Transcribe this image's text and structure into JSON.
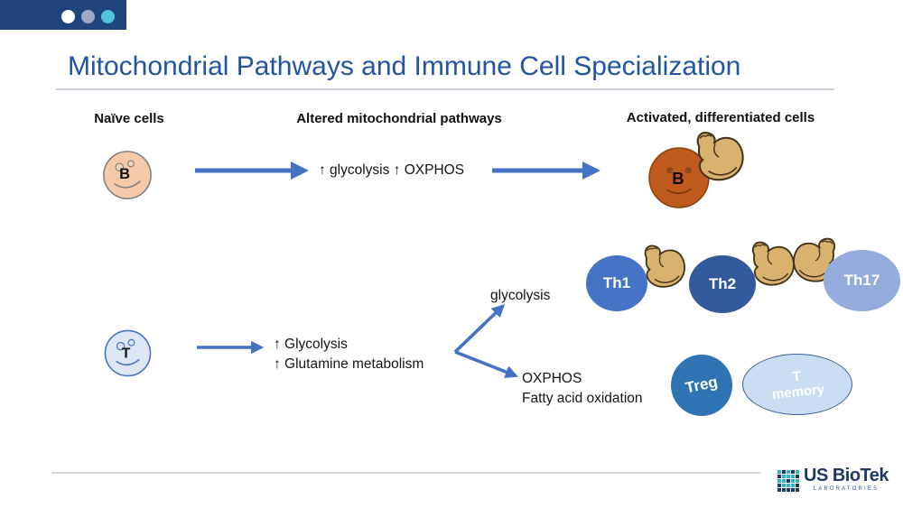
{
  "chrome": {
    "bar_color": "#20457E",
    "dot_colors": [
      "#FFFFFF",
      "#9FA8C8",
      "#4EC4D9"
    ]
  },
  "slide": {
    "title": "Mitochondrial Pathways and Immune Cell Specialization",
    "columns": {
      "naive": "Naïve cells",
      "altered": "Altered mitochondrial pathways",
      "activated": "Activated, differentiated cells"
    },
    "row_b": {
      "naive_cell_label": "B",
      "pathway_text": "↑ glycolysis ↑ OXPHOS",
      "activated_cell_label": "B"
    },
    "row_t": {
      "naive_cell_label": "T",
      "pathway_line1": "↑ Glycolysis",
      "pathway_line2": "↑ Glutamine metabolism",
      "branch_up_label": "glycolysis",
      "branch_down_line1": "OXPHOS",
      "branch_down_line2": "Fatty acid oxidation"
    },
    "cells": {
      "th1": "Th1",
      "th2": "Th2",
      "th17": "Th17",
      "treg": "Treg",
      "tmemory_line1": "T",
      "tmemory_line2": "memory"
    }
  },
  "colors": {
    "title_blue": "#2155A3",
    "arrow_blue": "#4472C4",
    "naive_b_fill": "#F6C9A8",
    "activated_b_fill": "#C05A1D",
    "naive_t_fill": "#DDE6F5",
    "th1_fill": "#4573C6",
    "th2_fill": "#32599B",
    "th17_fill": "#93ACDB",
    "treg_fill": "#2E74B5",
    "tmemory_fill": "#CBDDF2",
    "muscle_tan": "#D9B26E"
  },
  "logo": {
    "name": "US BioTek",
    "subtitle": "LABORATORIES",
    "navy": "#203864",
    "teal": "#2BB7C4",
    "grid": [
      "tntnt",
      "ntttn",
      "ttntt",
      "ntttn",
      "nnnnn"
    ]
  }
}
